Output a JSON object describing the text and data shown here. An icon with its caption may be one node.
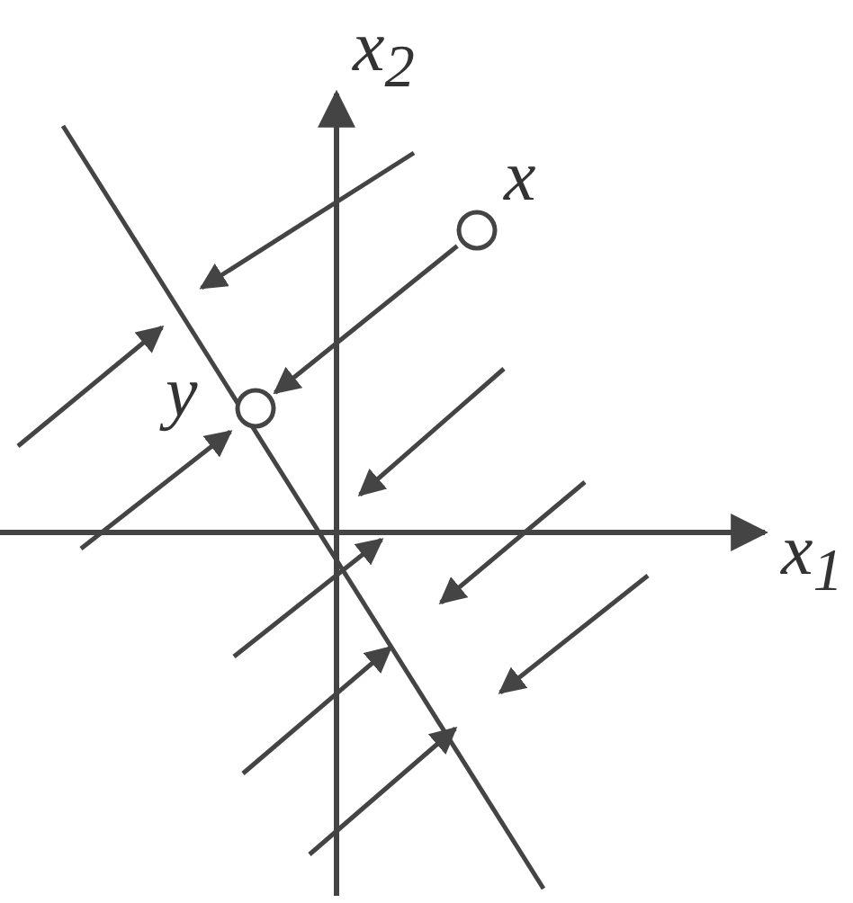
{
  "diagram": {
    "nodes": [
      {
        "text": [
          "x"
        ]
      },
      {
        "text": [
          "y"
        ]
      }
    ],
    "edges": [
      {
        "from": 0,
        "to": 1,
        "arrow": "to"
      }
    ],
    "labels": [
      "x$_{2}$",
      "x$_{1}$"
    ]
  }
}
